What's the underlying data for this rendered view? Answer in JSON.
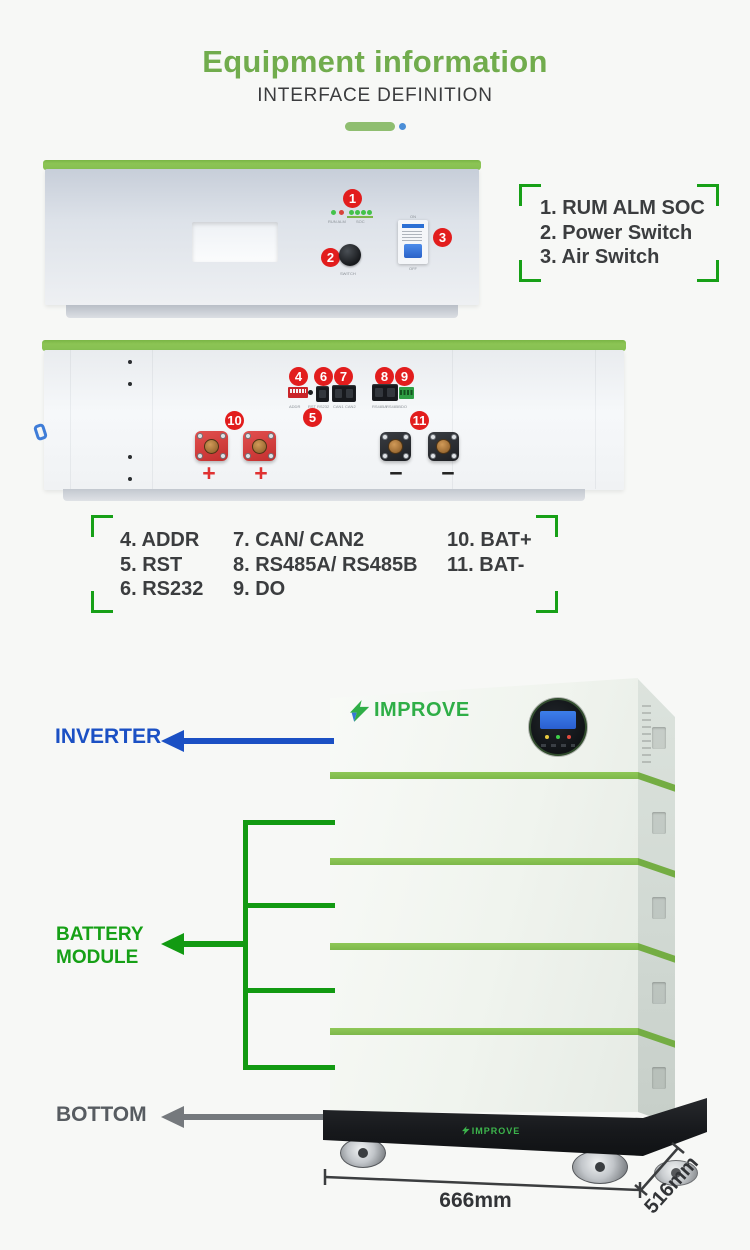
{
  "header": {
    "title": "Equipment information",
    "subtitle": "INTERFACE DEFINITION"
  },
  "front_view": {
    "callouts": [
      "1",
      "2",
      "3"
    ],
    "run_alm_label": "RUN ALM",
    "soc_label": "SOC",
    "switch_label": "SWITCH",
    "breaker_on": "ON",
    "breaker_off": "OFF"
  },
  "legend1": {
    "items": [
      "1. RUM ALM SOC",
      "2. Power Switch",
      "3. Air Switch"
    ]
  },
  "back_view": {
    "callouts": [
      "4",
      "5",
      "6",
      "7",
      "8",
      "9",
      "10",
      "11"
    ],
    "port_labels": [
      "ADDR",
      "RST",
      "RS232",
      "CAN1",
      "CAN2",
      "RS485A",
      "RS485B",
      "DO"
    ],
    "plus": "+",
    "minus": "−"
  },
  "legend2": {
    "col1": [
      "4. ADDR",
      "5. RST",
      "6. RS232"
    ],
    "col2": [
      "7. CAN/ CAN2",
      "8. RS485A/ RS485B",
      "9. DO"
    ],
    "col3": [
      "10. BAT+",
      "11. BAT-"
    ]
  },
  "tower": {
    "brand": "IMPROVE",
    "base_brand": "IMPROVE",
    "inverter_label": "INVERTER",
    "battery_label": "BATTERY MODULE",
    "bottom_label": "BOTTOM",
    "width_dim": "666mm",
    "depth_dim": "516mm"
  },
  "colors": {
    "title_green": "#71ac4d",
    "stripe_green": "#86c052",
    "bracket_green": "#17a017",
    "badge_red": "#e21d1d",
    "inverter_blue": "#1b50c4",
    "battery_green": "#16a016",
    "bottom_gray": "#575c61",
    "decor_dot_blue": "#4b8ed7"
  }
}
